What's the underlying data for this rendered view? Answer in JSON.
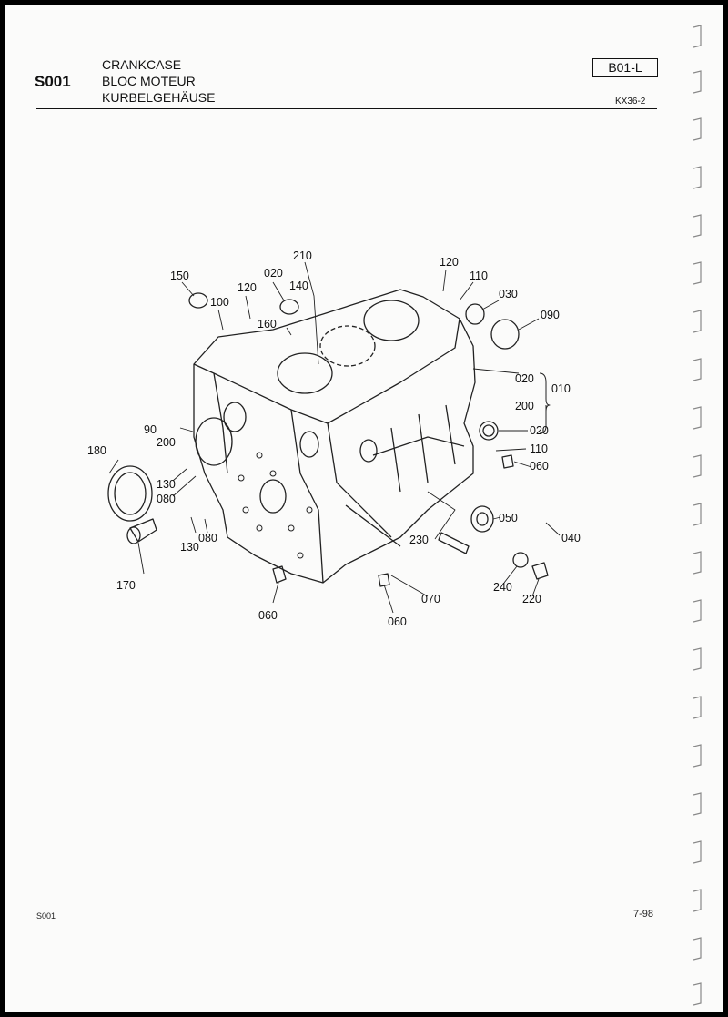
{
  "header": {
    "code": "S001",
    "titles": [
      "CRANKCASE",
      "BLOC MOTEUR",
      "KURBELGEHÄUSE"
    ],
    "page_ref": "B01-L",
    "model": "KX36-2"
  },
  "footer": {
    "left": "S001",
    "right": "7-98"
  },
  "part_labels": [
    "210",
    "150",
    "020",
    "140",
    "120",
    "110",
    "030",
    "100",
    "120",
    "160",
    "090",
    "020",
    "010",
    "200",
    "020",
    "110",
    "060",
    "90",
    "200",
    "180",
    "130",
    "080",
    "050",
    "040",
    "230",
    "130",
    "080",
    "240",
    "220",
    "170",
    "060",
    "070",
    "060"
  ]
}
